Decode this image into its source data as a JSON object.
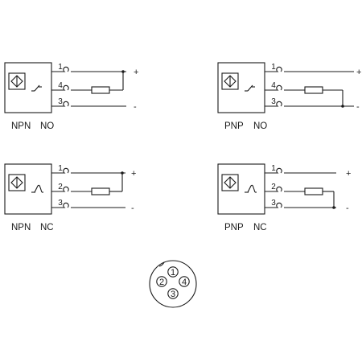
{
  "colors": {
    "line": "#1a1a1a",
    "background": "#ffffff"
  },
  "diagrams": [
    {
      "id": "npn-no",
      "type_label": "NPN",
      "mode_label": "NO",
      "switch": "make",
      "pins": [
        "1",
        "4",
        "3"
      ],
      "load_wired_to": "plus",
      "terminal_plus": "+",
      "terminal_minus": "-"
    },
    {
      "id": "pnp-no",
      "type_label": "PNP",
      "mode_label": "NO",
      "switch": "make",
      "pins": [
        "1",
        "4",
        "3"
      ],
      "load_wired_to": "minus",
      "terminal_plus": "+",
      "terminal_minus": "-"
    },
    {
      "id": "npn-nc",
      "type_label": "NPN",
      "mode_label": "NC",
      "switch": "break",
      "pins": [
        "1",
        "2",
        "3"
      ],
      "load_wired_to": "plus",
      "terminal_plus": "+",
      "terminal_minus": "-"
    },
    {
      "id": "pnp-nc",
      "type_label": "PNP",
      "mode_label": "NC",
      "switch": "break",
      "pins": [
        "1",
        "2",
        "3"
      ],
      "load_wired_to": "minus",
      "terminal_plus": "+",
      "terminal_minus": "-"
    }
  ],
  "connector": {
    "pins": [
      "1",
      "2",
      "3",
      "4"
    ]
  },
  "icons": {
    "sensor": "inductive-sensor-icon",
    "switch": "switch-contact-icon",
    "load": "load-resistor-icon",
    "connector": "m12-connector-icon"
  }
}
